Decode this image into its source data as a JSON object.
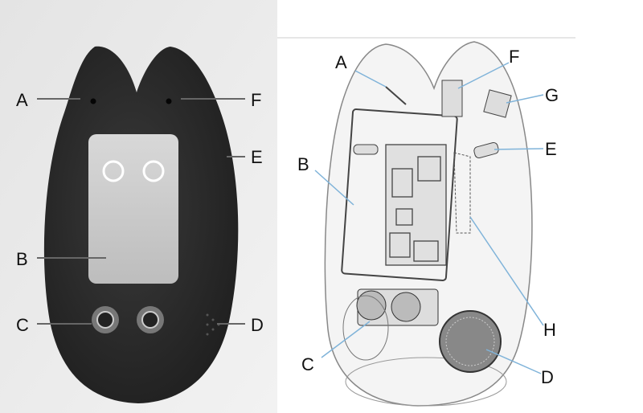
{
  "photo_panel": {
    "labels": {
      "A": "A",
      "F": "F",
      "E": "E",
      "B": "B",
      "C": "C",
      "D": "D"
    }
  },
  "diagram_panel": {
    "labels": {
      "A": "A",
      "F": "F",
      "G": "G",
      "E": "E",
      "B": "B",
      "H": "H",
      "C": "C",
      "D": "D"
    }
  },
  "colors": {
    "leader_line_diagram": "#7fb3d9",
    "device_body": "#2b2b2b"
  }
}
